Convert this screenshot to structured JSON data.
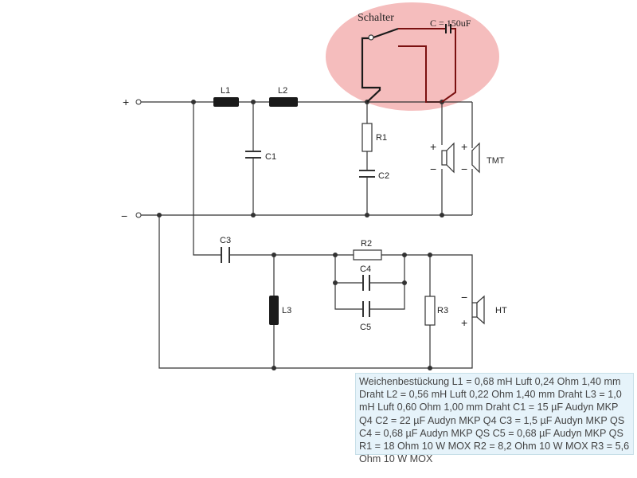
{
  "labels": {
    "plus_sign": "+",
    "minus_sign": "−",
    "switch": "Schalter",
    "switch_cap": "C = 150uF",
    "L1": "L1",
    "L2": "L2",
    "L3": "L3",
    "C1": "C1",
    "C2": "C2",
    "C3": "C3",
    "C4": "C4",
    "C5": "C5",
    "R1": "R1",
    "R2": "R2",
    "R3": "R3",
    "TMT": "TMT",
    "HT": "HT",
    "spk_plus": "+",
    "spk_minus": "−"
  },
  "info_text": "Weichenbestückung L1 = 0,68 mH Luft 0,24 Ohm 1,40 mm Draht L2 = 0,56 mH Luft 0,22 Ohm 1,40 mm Draht L3 = 1,0 mH Luft 0,60 Ohm 1,00 mm Draht C1 = 15 µF Audyn MKP Q4 C2 = 22 µF Audyn MKP Q4 C3 = 1,5 µF Audyn MKP QS C4 = 0,68 µF Audyn MKP QS C5 = 0,68 µF Audyn MKP QS R1 = 18 Ohm 10 W MOX R2 = 8,2 Ohm 10 W MOX R3 = 5,6 Ohm 10 W MOX",
  "colors": {
    "highlight": "#f4b6b6",
    "info_background": "#e6f3fa",
    "switch_wire": "#7a1010"
  }
}
